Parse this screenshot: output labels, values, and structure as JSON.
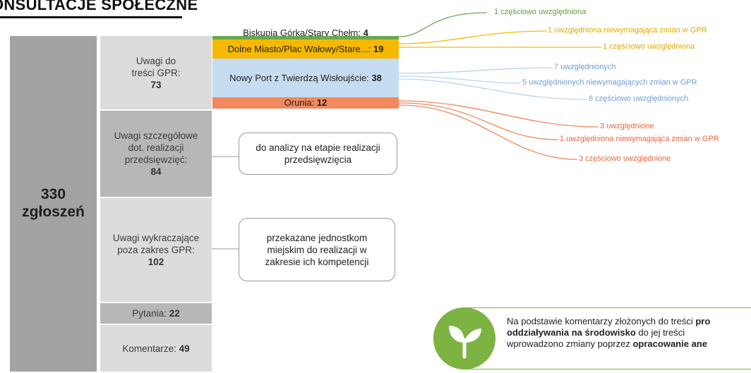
{
  "header": {
    "title": "ONSULTACJE SPOŁECZNE"
  },
  "total": {
    "value": "330",
    "label": "zgłoszeń"
  },
  "categories": [
    {
      "label": "Uwagi do treści GPR:",
      "count": "73"
    },
    {
      "label": "Uwagi szczegółowe dot. realizacji przedsięwzięć:",
      "count": "84"
    },
    {
      "label": "Uwagi wykraczające poza zakres GPR:",
      "count": "102"
    },
    {
      "label": "Pytania:",
      "count": "22"
    },
    {
      "label": "Komentarze:",
      "count": "49"
    }
  ],
  "districts": [
    {
      "label": "Biskupia Górka/Stary Chełm:",
      "count": "4",
      "color": "#6aa84f"
    },
    {
      "label": "Dolne Miasto/Plac Wałowy/Stare...:",
      "count": "19",
      "color": "#f6b900"
    },
    {
      "label": "Nowy Port z Twierdzą Wisłoujście:",
      "count": "38",
      "color": "#b7d4ee"
    },
    {
      "label": "Orunia:",
      "count": "12",
      "color": "#f1885e"
    }
  ],
  "outcomes": [
    {
      "text": "1 częściowo uwzględniona",
      "color": "#5b9e3a"
    },
    {
      "text": "1 uwzględniona niewymagająca zmian w GPR",
      "color": "#e3a800"
    },
    {
      "text": "1 częściowo uwzględniona",
      "color": "#e3a800"
    },
    {
      "text": "7 uwzględnionych",
      "color": "#6d9dd6"
    },
    {
      "text": "5 uwzględnionych niewymagających zmian w GPR",
      "color": "#6d9dd6"
    },
    {
      "text": "8 częściowo uwzględnionych",
      "color": "#6d9dd6"
    },
    {
      "text": "3 uwzględnione",
      "color": "#e9653a"
    },
    {
      "text": "1 uwzględniona niewymagająca zmian w GPR",
      "color": "#e9653a"
    },
    {
      "text": "3 częściowo uwzględnione",
      "color": "#e9653a"
    }
  ],
  "notes": {
    "analysis": "do analizy na etapie realizacji przedsięwzięcia",
    "delegated": "przekazane jednostkom miejskim do realizacji w zakresie ich kompetencji"
  },
  "callout": {
    "icon": "sprout-icon",
    "line1_normal": "Na podstawie komentarzy złożonych do treści ",
    "line1_bold": "pro",
    "line2_bold": "oddziaływania na środowisko",
    "line2_normal": " do jej treści",
    "line3_normal": "wprowadzono zmiany poprzez ",
    "line3_bold": "opracowanie ane"
  }
}
